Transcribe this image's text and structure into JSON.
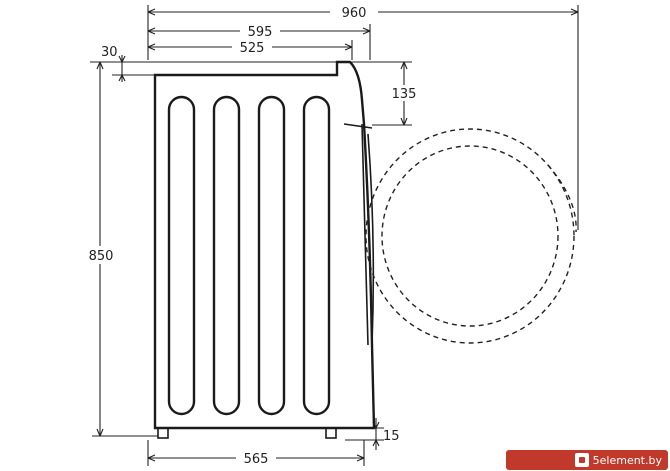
{
  "dimensions": {
    "total_depth": "960",
    "body_depth_with_door": "595",
    "body_depth": "525",
    "top_offset": "30",
    "door_top_offset": "135",
    "height": "850",
    "foot_height": "15",
    "base_depth": "565"
  },
  "watermark": {
    "text": "5element.by"
  },
  "colors": {
    "line": "#222222",
    "watermark_bg": "#c0392b"
  }
}
